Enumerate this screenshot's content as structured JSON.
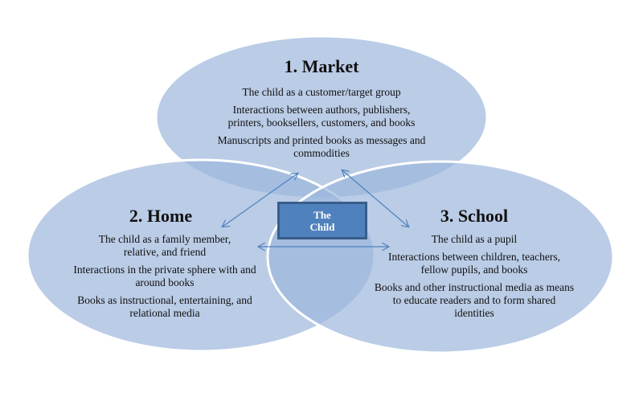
{
  "center": {
    "line1": "The",
    "line2": "Child"
  },
  "market": {
    "title": "1. Market",
    "lines": [
      "The child as a customer/target group",
      "Interactions between authors, publishers, printers, booksellers, customers, and books",
      "Manuscripts and printed books as messages and commodities"
    ]
  },
  "home": {
    "title": "2. Home",
    "lines": [
      "The child as a family member, relative, and friend",
      "Interactions in the private sphere with and around books",
      "Books as instructional, entertaining, and relational media"
    ]
  },
  "school": {
    "title": "3. School",
    "lines": [
      "The child as a pupil",
      "Interactions between children, teachers, fellow pupils, and books",
      "Books and other instructional media as means to educate readers and to form shared identities"
    ]
  },
  "colors": {
    "fill": "#b9cde5",
    "overlap": "#7f9fcf",
    "box": "#4f81bd",
    "arrow": "#4f81bd"
  }
}
